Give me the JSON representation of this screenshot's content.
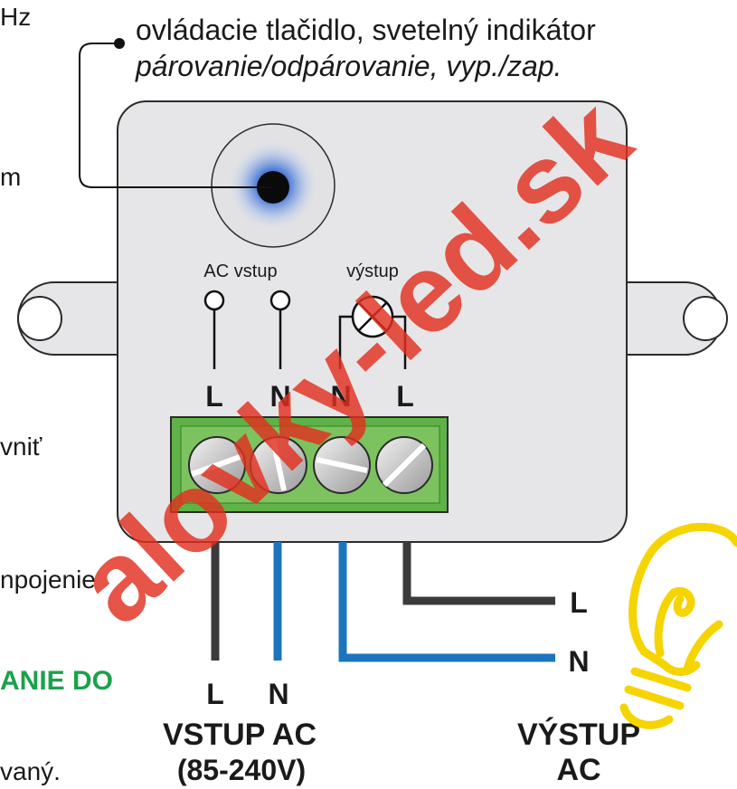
{
  "callout": {
    "line1": "ovládacie tlačidlo, svetelný indikátor",
    "line2": "párovanie/odpárovanie, vyp./zap."
  },
  "device": {
    "ac_input_label": "AC vstup",
    "output_label": "výstup",
    "terminal_labels": [
      "L",
      "N",
      "N",
      "L"
    ]
  },
  "wires": {
    "input_labels": [
      "L",
      "N"
    ],
    "output_labels": [
      "L",
      "N"
    ],
    "colors": {
      "live": "#3b3b3b",
      "neutral": "#1c75bc",
      "terminal_block": "#5fb246",
      "button_glow": "#3a6fd8",
      "bulb": "#f5d400",
      "watermark": "#e0301e",
      "heading_green": "#1aa24a"
    }
  },
  "input_block": {
    "line1": "VSTUP AC",
    "line2": "(85-240V)"
  },
  "output_block": {
    "line1": "VÝSTUP",
    "line2": "AC"
  },
  "left_fragments": {
    "f1": "Hz",
    "f2": "m",
    "f3": "vniť",
    "f4": "npojenie",
    "f5": "ANIE DO",
    "f6": "vaný."
  },
  "watermark": {
    "text": "alovky-led.sk"
  }
}
